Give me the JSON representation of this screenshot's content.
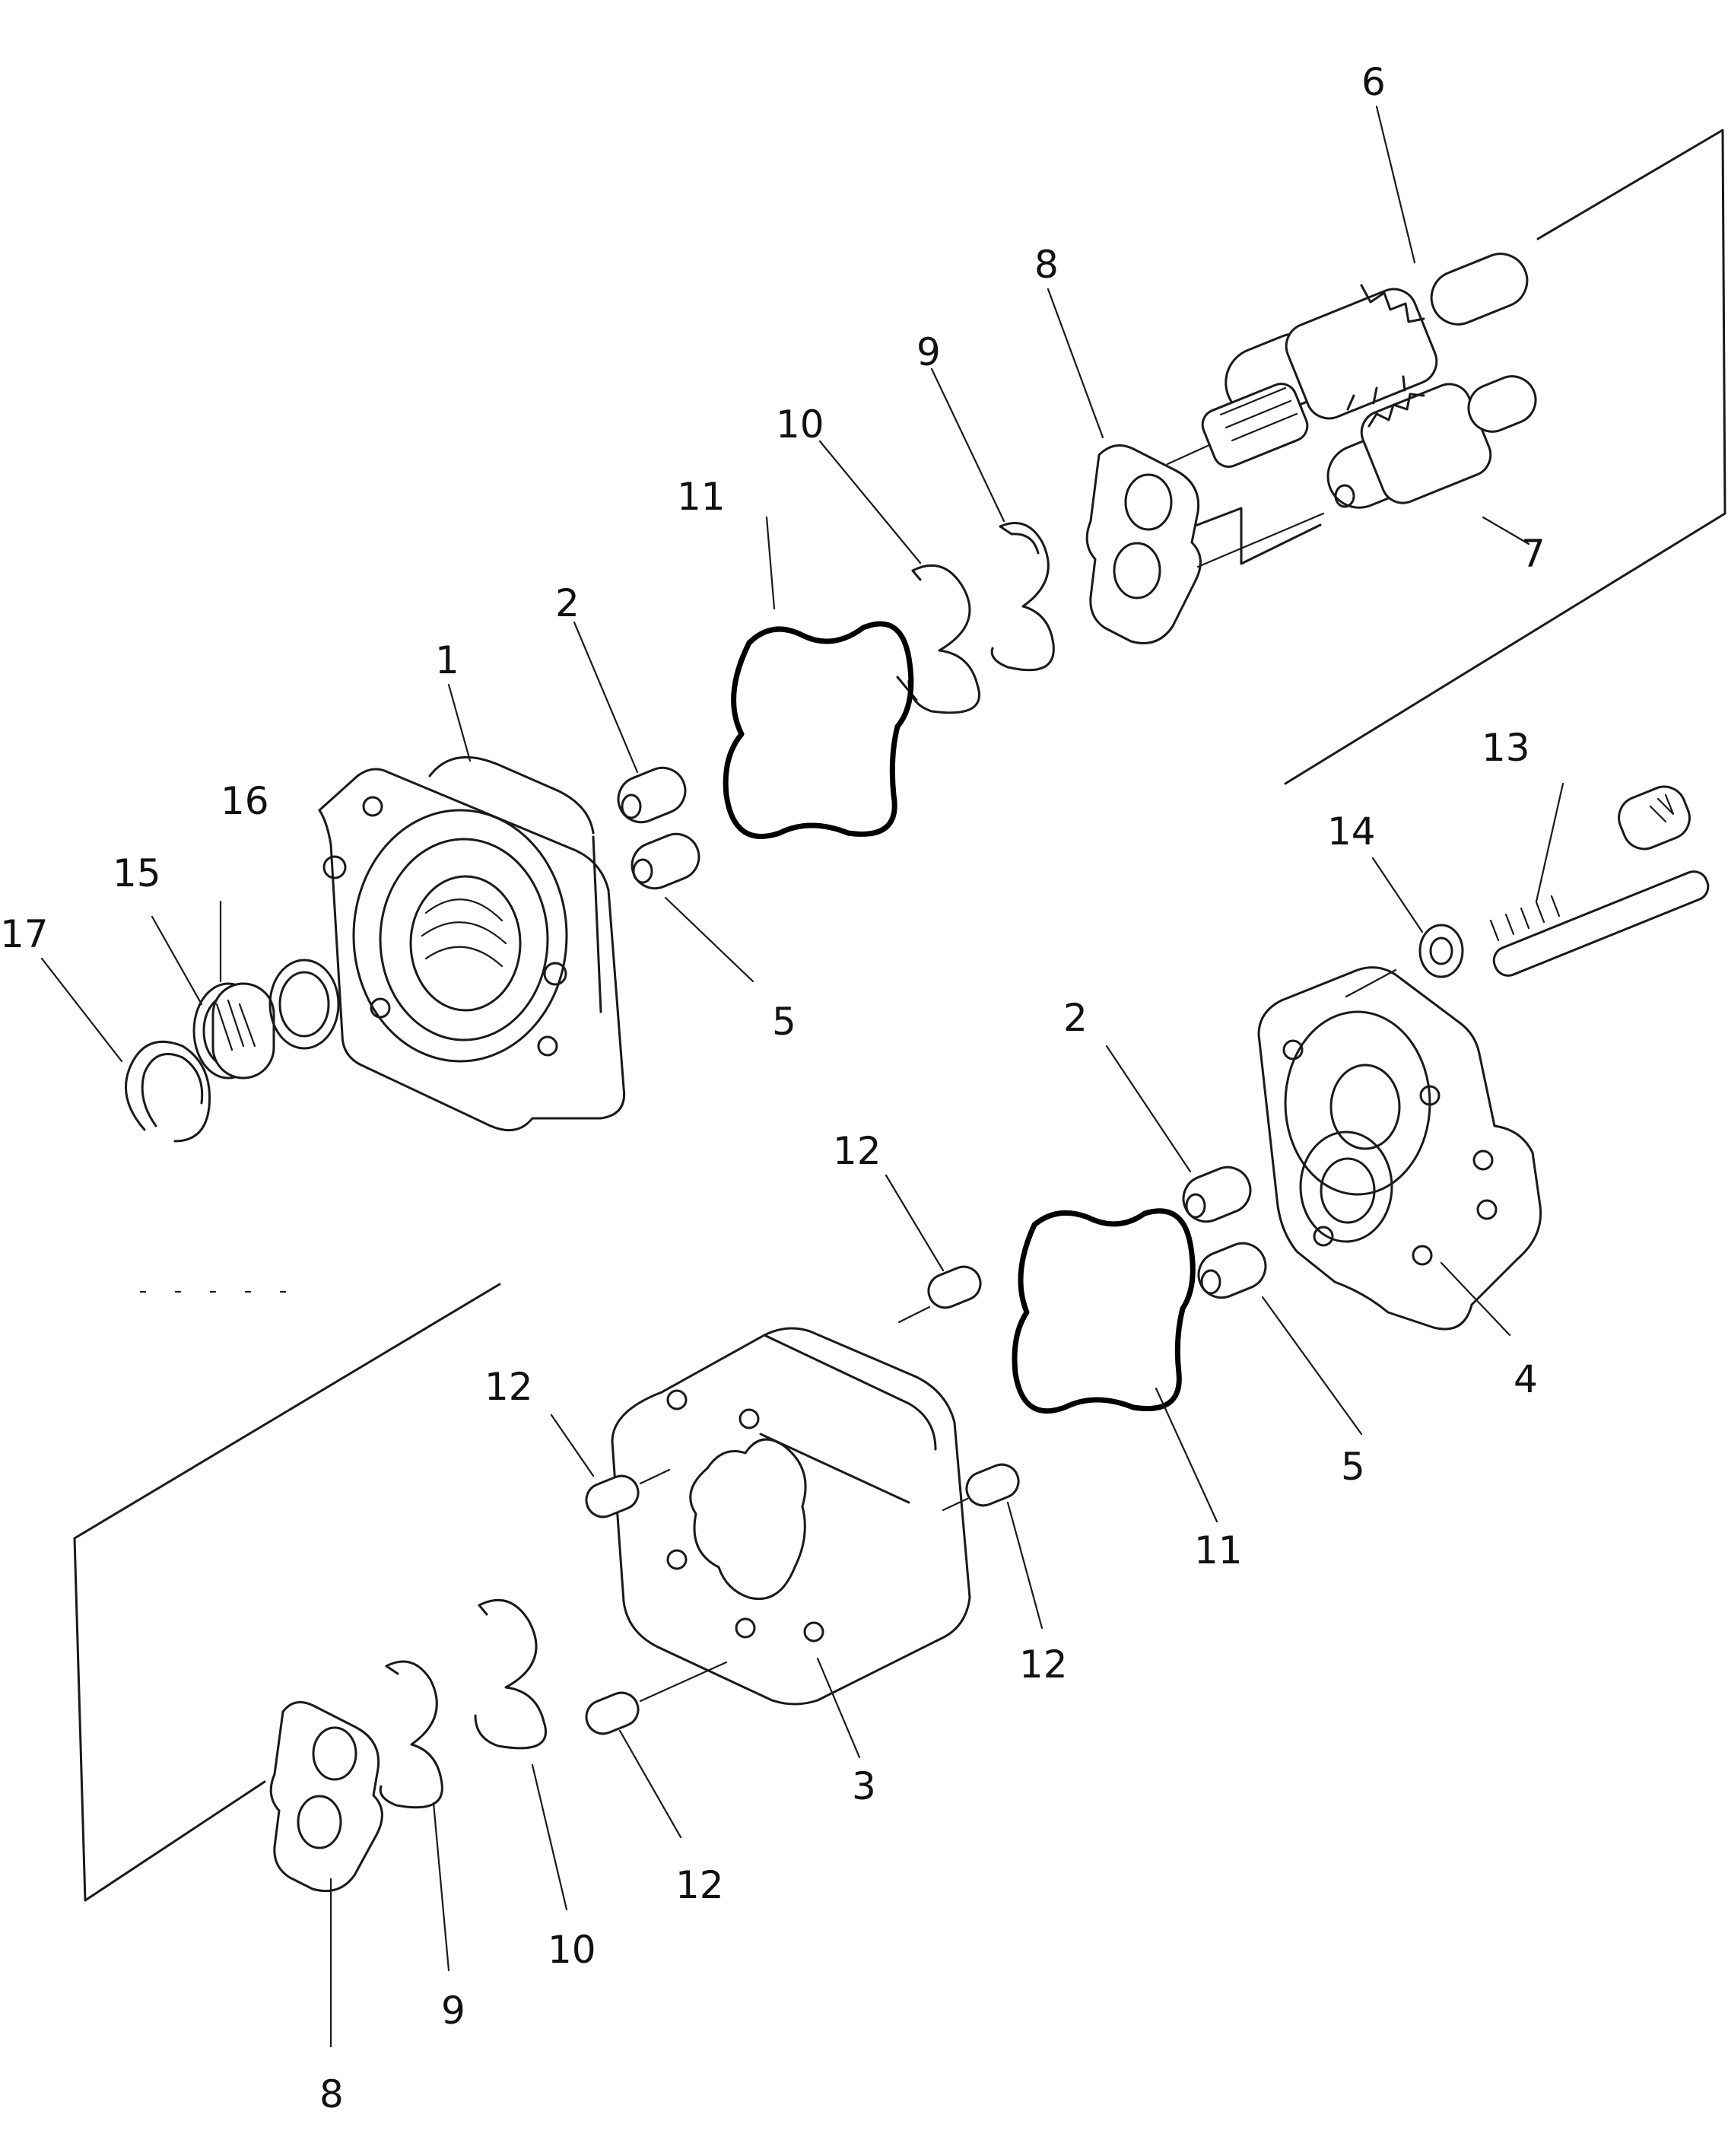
{
  "callouts": {
    "c1": "1",
    "c2a": "2",
    "c2b": "2",
    "c3": "3",
    "c4": "4",
    "c5a": "5",
    "c5b": "5",
    "c6": "6",
    "c7": "7",
    "c8a": "8",
    "c8b": "8",
    "c9a": "9",
    "c9b": "9",
    "c10a": "10",
    "c10b": "10",
    "c11a": "11",
    "c11b": "11",
    "c12a": "12",
    "c12b": "12",
    "c12c": "12",
    "c12d": "12",
    "c13": "13",
    "c14": "14",
    "c15": "15",
    "c16": "16",
    "c17": "17"
  }
}
